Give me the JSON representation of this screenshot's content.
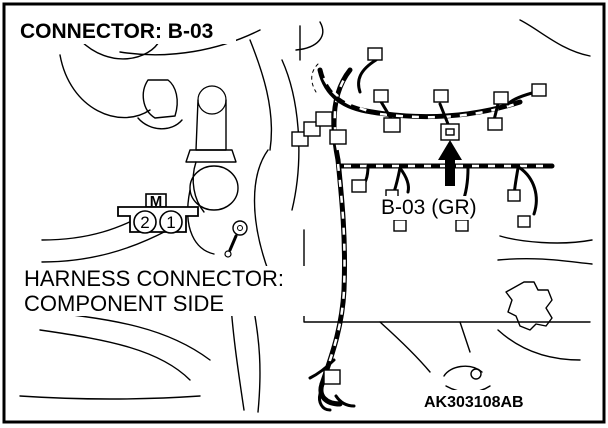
{
  "title": "CONNECTOR: B-03",
  "connector_symbol": {
    "key": "M",
    "pins": [
      "2",
      "1"
    ]
  },
  "callout_label": "B-03 (GR)",
  "harness_label": {
    "line1": "HARNESS CONNECTOR:",
    "line2": "COMPONENT SIDE"
  },
  "figure_code": "AK303108AB"
}
